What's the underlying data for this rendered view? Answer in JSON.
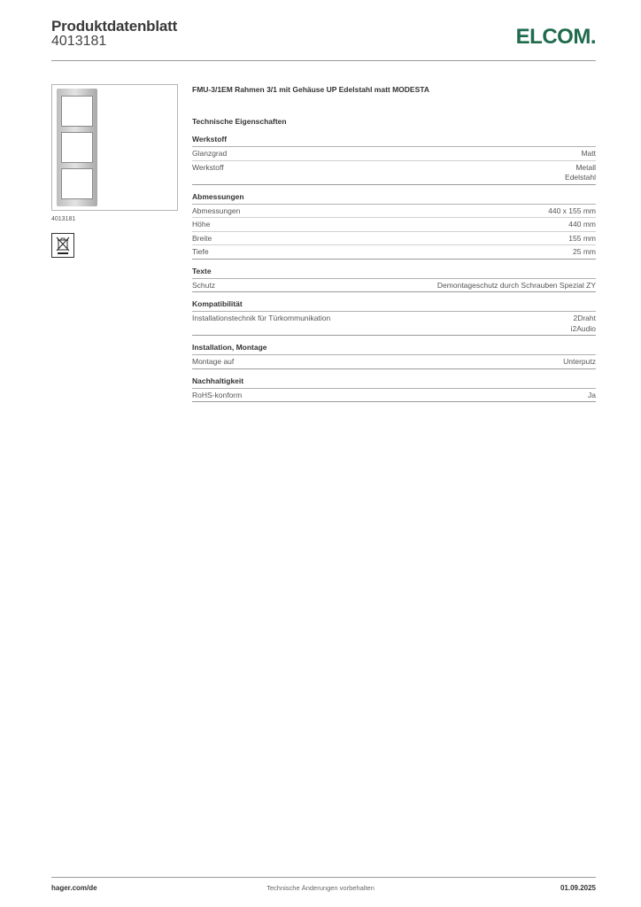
{
  "header": {
    "title": "Produktdatenblatt",
    "number": "4013181",
    "logo": "ELCOM."
  },
  "sidebar": {
    "image_caption": "4013181",
    "icon": "weee-crossed-bin-icon"
  },
  "product": {
    "title": "FMU-3/1EM Rahmen 3/1 mit Gehäuse UP Edelstahl matt MODESTA",
    "section_heading": "Technische Eigenschaften"
  },
  "groups": [
    {
      "title": "Werkstoff",
      "rows": [
        {
          "label": "Glanzgrad",
          "values": [
            "Matt"
          ]
        },
        {
          "label": "Werkstoff",
          "values": [
            "Metall",
            "Edelstahl"
          ]
        }
      ]
    },
    {
      "title": "Abmessungen",
      "rows": [
        {
          "label": "Abmessungen",
          "values": [
            "440 x 155 mm"
          ]
        },
        {
          "label": "Höhe",
          "values": [
            "440 mm"
          ]
        },
        {
          "label": "Breite",
          "values": [
            "155 mm"
          ]
        },
        {
          "label": "Tiefe",
          "values": [
            "25 mm"
          ]
        }
      ]
    },
    {
      "title": "Texte",
      "rows": [
        {
          "label": "Schutz",
          "values": [
            "Demontageschutz durch Schrauben Spezial ZY"
          ]
        }
      ]
    },
    {
      "title": "Kompatibilität",
      "rows": [
        {
          "label": "Installationstechnik für Türkommunikation",
          "values": [
            "2Draht",
            "i2Audio"
          ]
        }
      ]
    },
    {
      "title": "Installation, Montage",
      "rows": [
        {
          "label": "Montage auf",
          "values": [
            "Unterputz"
          ]
        }
      ]
    },
    {
      "title": "Nachhaltigkeit",
      "rows": [
        {
          "label": "RoHS-konform",
          "values": [
            "Ja"
          ]
        }
      ]
    }
  ],
  "footer": {
    "left": "hager.com/de",
    "center": "Technische Änderungen vorbehalten",
    "right": "01.09.2025"
  },
  "colors": {
    "brand": "#1f6b4e",
    "rule": "#9a9a9a"
  }
}
